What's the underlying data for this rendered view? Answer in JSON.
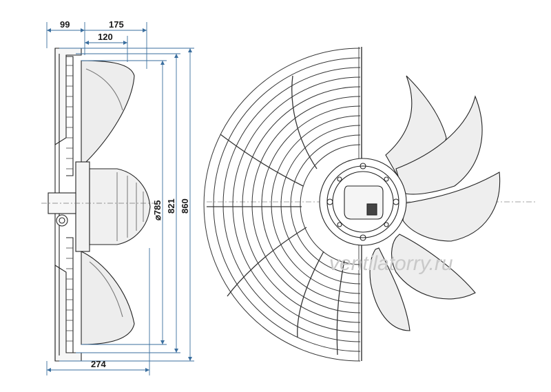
{
  "dimensions": {
    "d99": "99",
    "d175": "175",
    "d120": "120",
    "d274": "274",
    "d785": "⌀785",
    "d821": "821",
    "d860": "860"
  },
  "watermark": "ventilatorry.ru",
  "colors": {
    "dimension_line": "#3a6e9e",
    "outline": "#222222",
    "blade_fill": "#ececec",
    "guard": "#333333"
  }
}
